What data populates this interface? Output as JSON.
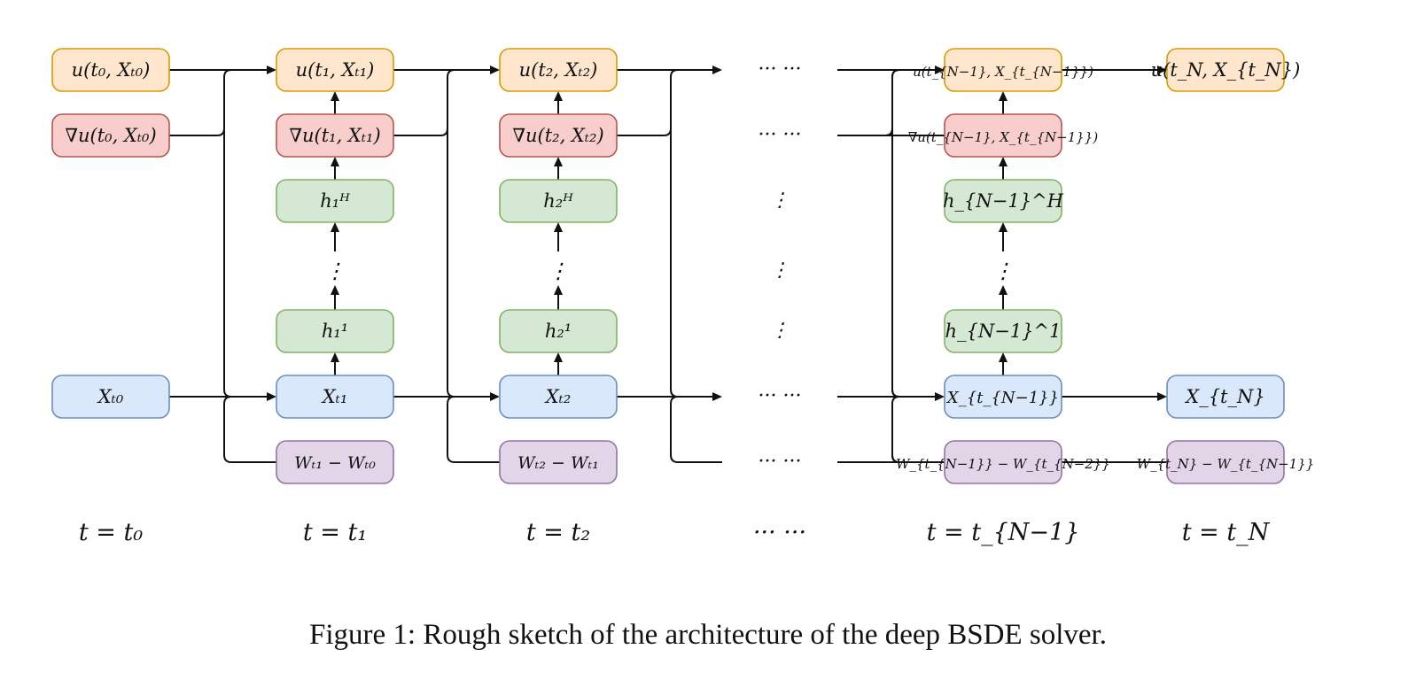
{
  "colors": {
    "u": {
      "fill": "#ffe6cc",
      "stroke": "#d79b00"
    },
    "grad": {
      "fill": "#f8cecc",
      "stroke": "#b85450"
    },
    "hidden": {
      "fill": "#d5e8d4",
      "stroke": "#82b366"
    },
    "state": {
      "fill": "#dae8fc",
      "stroke": "#6c8ebf"
    },
    "noise": {
      "fill": "#e1d5e7",
      "stroke": "#9673a6"
    },
    "line": "#111111"
  },
  "columns": [
    {
      "id": "t0",
      "u": "u(t₀, Xₜ₀)",
      "grad": "∇u(t₀, Xₜ₀)",
      "x": "Xₜ₀",
      "time": "t = t₀"
    },
    {
      "id": "t1",
      "u": "u(t₁, Xₜ₁)",
      "grad": "∇u(t₁, Xₜ₁)",
      "hH": "h₁ᴴ",
      "vdots": "⋮",
      "h1": "h₁¹",
      "x": "Xₜ₁",
      "w": "Wₜ₁ − Wₜ₀",
      "time": "t = t₁"
    },
    {
      "id": "t2",
      "u": "u(t₂, Xₜ₂)",
      "grad": "∇u(t₂, Xₜ₂)",
      "hH": "h₂ᴴ",
      "vdots": "⋮",
      "h1": "h₂¹",
      "x": "Xₜ₂",
      "w": "Wₜ₂ − Wₜ₁",
      "time": "t = t₂"
    },
    {
      "id": "gap",
      "dots": [
        "··· ···",
        "··· ···",
        "⋮",
        "⋮",
        "⋮",
        "··· ···",
        "··· ···"
      ],
      "time": "··· ···"
    },
    {
      "id": "tN-1",
      "u": "u(t_{N−1}, X_{t_{N−1}})",
      "grad": "∇u(t_{N−1}, X_{t_{N−1}})",
      "hH": "h_{N−1}^H",
      "vdots": "⋮",
      "h1": "h_{N−1}^1",
      "x": "X_{t_{N−1}}",
      "w": "W_{t_{N−1}} − W_{t_{N−2}}",
      "time": "t = t_{N−1}"
    },
    {
      "id": "tN",
      "u": "u(t_N, X_{t_N})",
      "x": "X_{t_N}",
      "w": "W_{t_N} − W_{t_{N−1}}",
      "time": "t = t_N"
    }
  ],
  "caption": "Figure 1: Rough sketch of the architecture of the deep BSDE solver."
}
